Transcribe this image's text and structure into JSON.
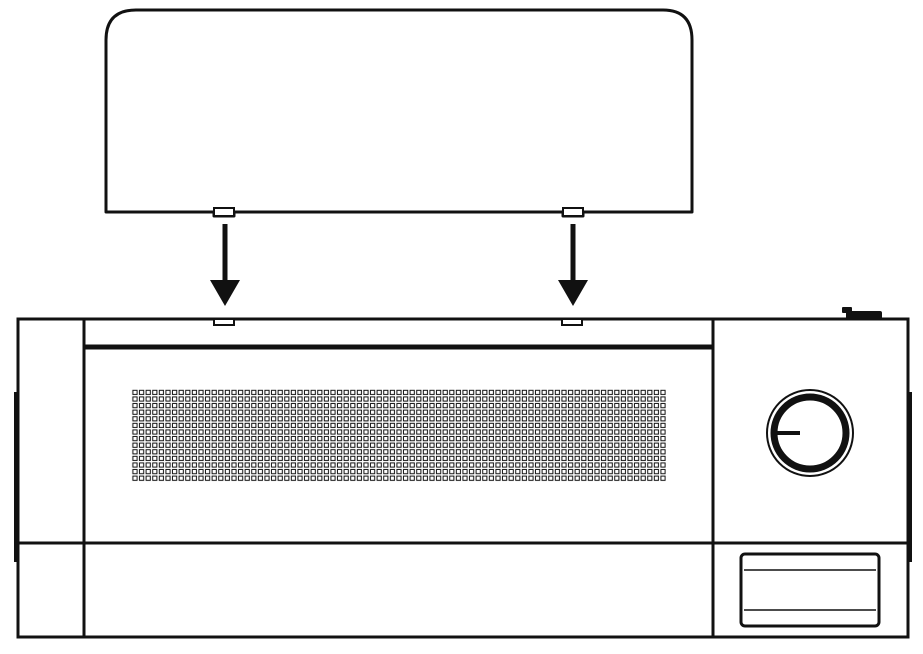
{
  "diagram": {
    "steps": [
      {
        "action": "attach-cover-to-device-top",
        "clips": 2
      }
    ],
    "parts": [
      "cover-panel",
      "device-body",
      "control-knob",
      "front-grille",
      "bottom-slot"
    ],
    "colors": {
      "line": "#111111",
      "background": "#ffffff"
    }
  }
}
